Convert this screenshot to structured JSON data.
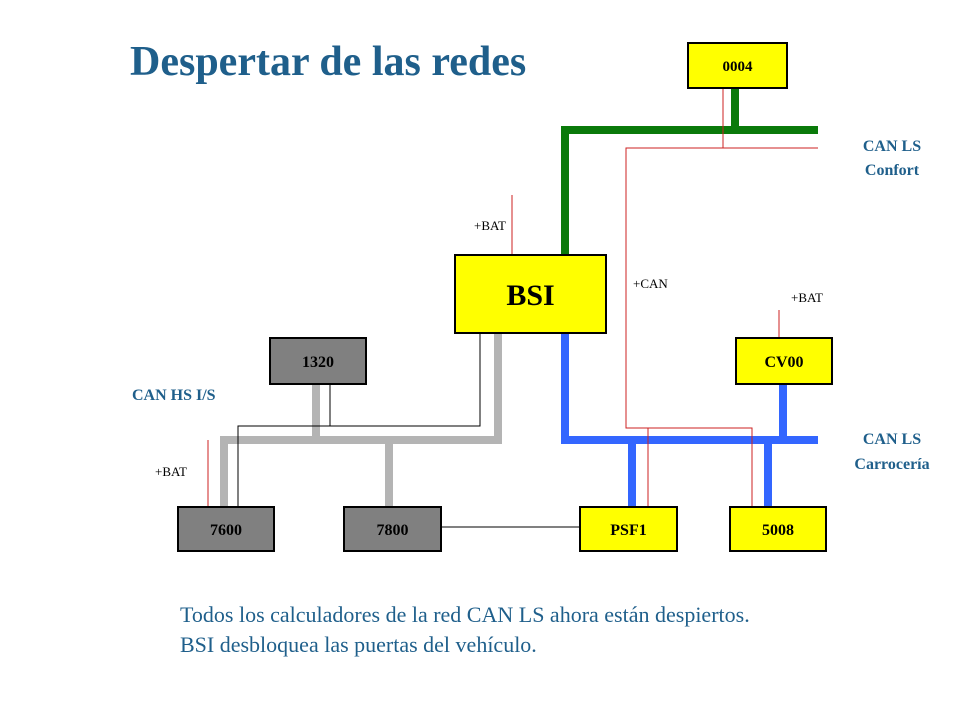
{
  "title": "Despertar de las redes",
  "nodes": {
    "n0004": "0004",
    "bsi": "BSI",
    "n1320": "1320",
    "cv00": "CV00",
    "n7600": "7600",
    "n7800": "7800",
    "psf1": "PSF1",
    "n5008": "5008"
  },
  "labels": {
    "bat_bsi": "+BAT",
    "can": "+CAN",
    "bat_cv00": "+BAT",
    "bat_7600": "+BAT",
    "can_hs": "CAN HS I/S",
    "can_ls_confort_1": "CAN LS",
    "can_ls_confort_2": "Confort",
    "can_ls_carroceria_1": "CAN LS",
    "can_ls_carroceria_2": "Carrocería"
  },
  "caption": {
    "line1": "Todos los calculadores de la red CAN LS ahora están despiertos.",
    "line2": "BSI desbloquea las puertas del vehículo."
  },
  "colors": {
    "title": "#1f5f8b",
    "confort_bus": "#0a7a0a",
    "carroceria_bus": "#3366ff",
    "hs_bus": "#b4b4b4",
    "wire": "#cc2222",
    "yellow_node": "#ffff00",
    "gray_node": "#808080"
  }
}
